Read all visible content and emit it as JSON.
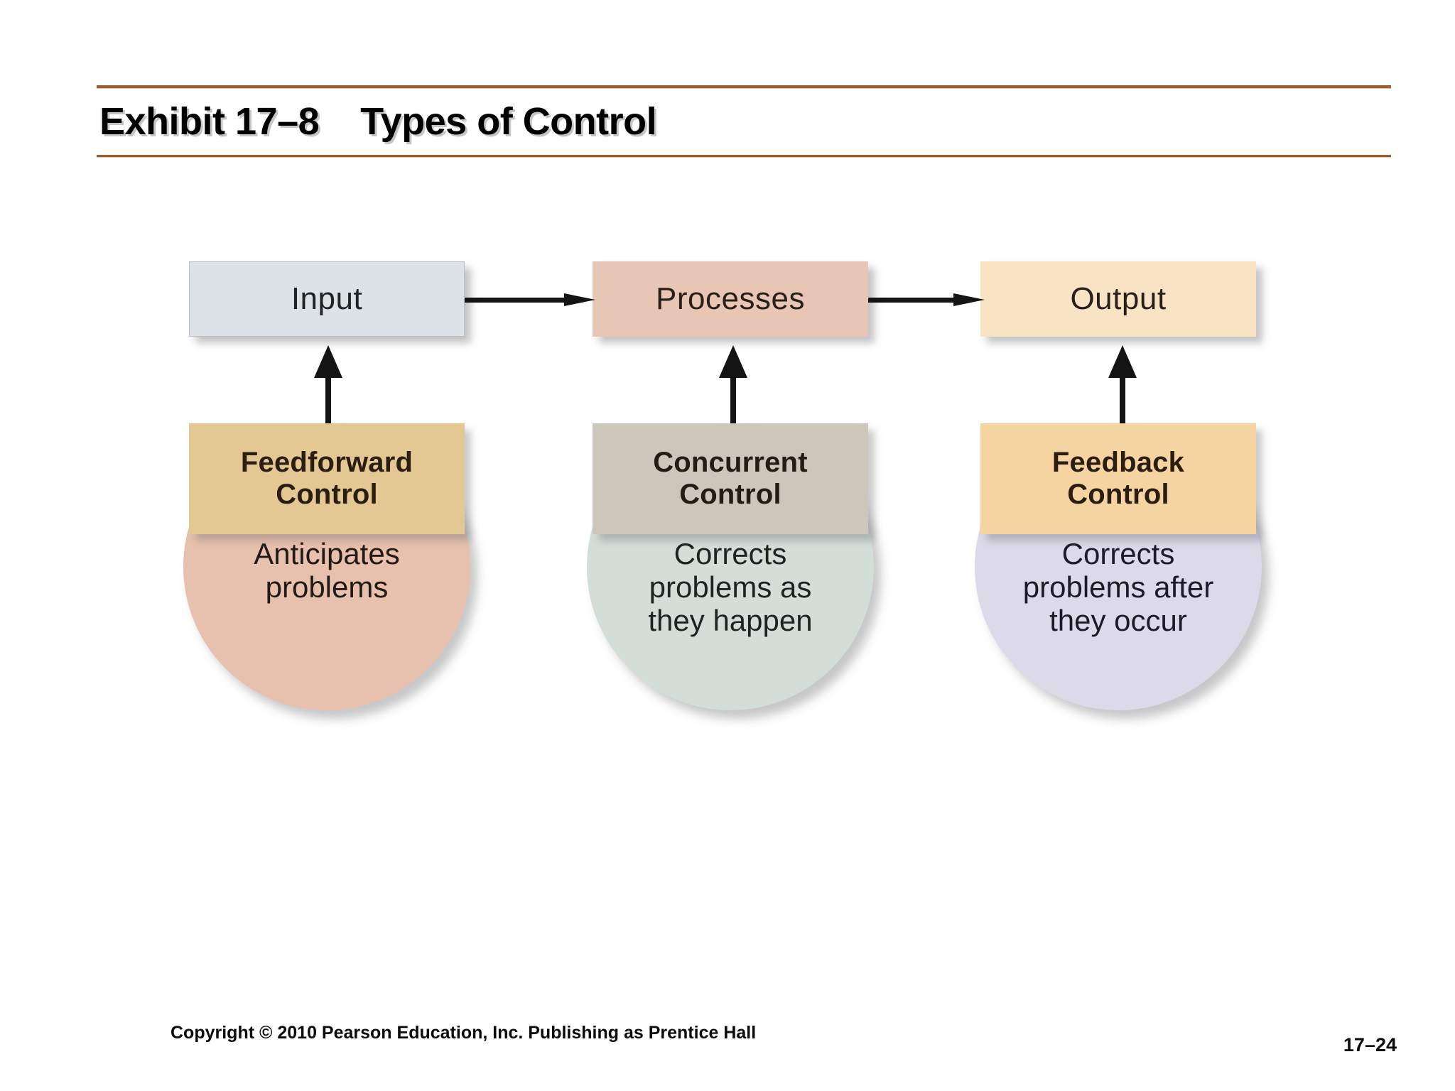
{
  "slide": {
    "title": "Exhibit 17–8    Types of Control",
    "rule_color": "#9c6133",
    "background": "#ffffff"
  },
  "diagram": {
    "flow_boxes": [
      {
        "id": "input",
        "label": "Input",
        "fill": "#dde2e7"
      },
      {
        "id": "processes",
        "label": "Processes",
        "fill": "#e8c6b5"
      },
      {
        "id": "output",
        "label": "Output",
        "fill": "#f8e3c4"
      }
    ],
    "flow_arrows": [
      {
        "id": "input-to-processes",
        "from": "Input",
        "to": "Processes",
        "direction": "right",
        "color": "#141414"
      },
      {
        "id": "processes-to-output",
        "from": "Processes",
        "to": "Output",
        "direction": "right",
        "color": "#141414"
      }
    ],
    "control_arrows": [
      {
        "id": "feedforward-to-input",
        "from": "Feedforward Control",
        "to": "Input",
        "direction": "up",
        "color": "#141414"
      },
      {
        "id": "concurrent-to-processes",
        "from": "Concurrent Control",
        "to": "Processes",
        "direction": "up",
        "color": "#141414"
      },
      {
        "id": "feedback-to-output",
        "from": "Feedback Control",
        "to": "Output",
        "direction": "up",
        "color": "#141414"
      }
    ],
    "controls": [
      {
        "id": "feedforward",
        "header": "Feedforward\nControl",
        "header_fill": "#e4c894",
        "description": "Anticipates\nproblems",
        "circle_fill": "#e8c1ae",
        "targets": "Input"
      },
      {
        "id": "concurrent",
        "header": "Concurrent\nControl",
        "header_fill": "#cdc7bb",
        "description": "Corrects\nproblems as\nthey happen",
        "circle_fill": "#d3ded8",
        "targets": "Processes"
      },
      {
        "id": "feedback",
        "header": "Feedback\nControl",
        "header_fill": "#f6d4a2",
        "description": "Corrects\nproblems after\nthey occur",
        "circle_fill": "#dcd9e9",
        "targets": "Output"
      }
    ]
  },
  "footer": {
    "copyright": "Copyright © 2010 Pearson Education, Inc. Publishing as Prentice Hall",
    "page_number": "17–24"
  }
}
